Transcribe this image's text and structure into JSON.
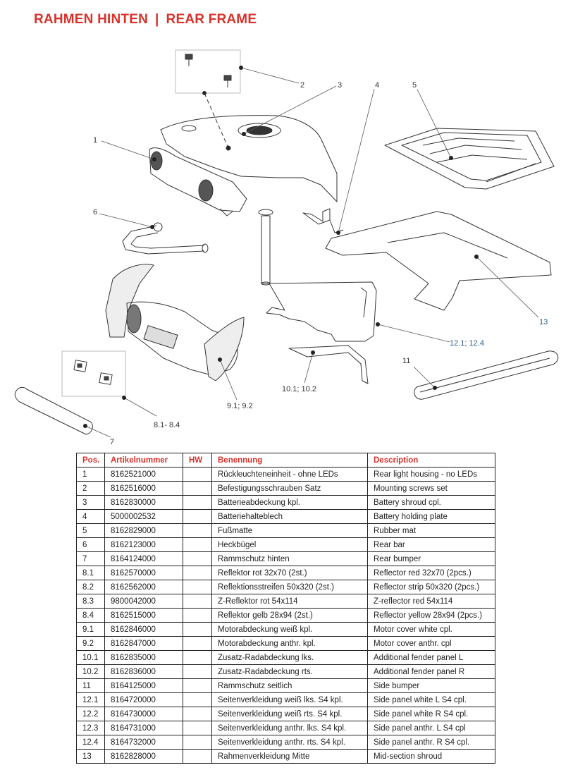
{
  "title": {
    "de": "RAHMEN HINTEN",
    "separator": "|",
    "en": "REAR FRAME"
  },
  "diagram": {
    "callouts": [
      "1",
      "2",
      "3",
      "4",
      "5",
      "6",
      "7",
      "8.1- 8.4",
      "9.1; 9.2",
      "10.1; 10.2",
      "11",
      "12.1; 12.4",
      "13"
    ]
  },
  "table": {
    "headers": [
      "Pos.",
      "Artikelnummer",
      "HW",
      "Benennung",
      "Description"
    ],
    "rows": [
      [
        "1",
        "8162521000",
        "",
        "Rückleuchteneinheit - ohne LEDs",
        "Rear light housing - no LEDs"
      ],
      [
        "2",
        "8162516000",
        "",
        "Befestigungsschrauben Satz",
        "Mounting screws set"
      ],
      [
        "3",
        "8162830000",
        "",
        "Batterieabdeckung kpl.",
        "Battery shroud cpl."
      ],
      [
        "4",
        "5000002532",
        "",
        "Batteriehalteblech",
        "Battery holding plate"
      ],
      [
        "5",
        "8162829000",
        "",
        "Fußmatte",
        "Rubber mat"
      ],
      [
        "6",
        "8162123000",
        "",
        "Heckbügel",
        "Rear bar"
      ],
      [
        "7",
        "8164124000",
        "",
        "Rammschutz hinten",
        "Rear bumper"
      ],
      [
        "8.1",
        "8162570000",
        "",
        "Reflektor rot 32x70 (2st.)",
        "Reflector red 32x70 (2pcs.)"
      ],
      [
        "8.2",
        "8162562000",
        "",
        "Reflektionsstreifen 50x320 (2st.)",
        "Reflector strip 50x320 (2pcs.)"
      ],
      [
        "8.3",
        "9800042000",
        "",
        "Z-Reflektor rot 54x114",
        "Z-reflector red 54x114"
      ],
      [
        "8.4",
        "8162515000",
        "",
        "Reflektor gelb 28x94 (2st.)",
        "Reflector yellow 28x94 (2pcs.)"
      ],
      [
        "9.1",
        "8162846000",
        "",
        "Motorabdeckung weiß kpl.",
        "Motor cover white cpl."
      ],
      [
        "9.2",
        "8162847000",
        "",
        "Motorabdeckung anthr. kpl.",
        "Motor cover anthr. cpl"
      ],
      [
        "10.1",
        "8162835000",
        "",
        "Zusatz-Radabdeckung lks.",
        "Additional fender panel L"
      ],
      [
        "10.2",
        "8162836000",
        "",
        "Zusatz-Radabdeckung rts.",
        "Additional fender panel R"
      ],
      [
        "11",
        "8164125000",
        "",
        "Rammschutz seitlich",
        "Side bumper"
      ],
      [
        "12.1",
        "8164720000",
        "",
        "Seitenverkleidung weiß lks. S4 kpl.",
        "Side panel white L S4 cpl."
      ],
      [
        "12.2",
        "8164730000",
        "",
        "Seitenverkleidung weiß rts. S4 kpl.",
        "Side panel white R S4 cpl."
      ],
      [
        "12.3",
        "8164731000",
        "",
        "Seitenverkleidung anthr. lks. S4 kpl.",
        "Side panel anthr. L S4 cpl"
      ],
      [
        "12.4",
        "8164732000",
        "",
        "Seitenverkleidung anthr. rts. S4 kpl.",
        "Side panel anthr. R S4 cpl."
      ],
      [
        "13",
        "8162828000",
        "",
        "Rahmenverkleidung Mitte",
        "Mid-section shroud"
      ]
    ]
  }
}
